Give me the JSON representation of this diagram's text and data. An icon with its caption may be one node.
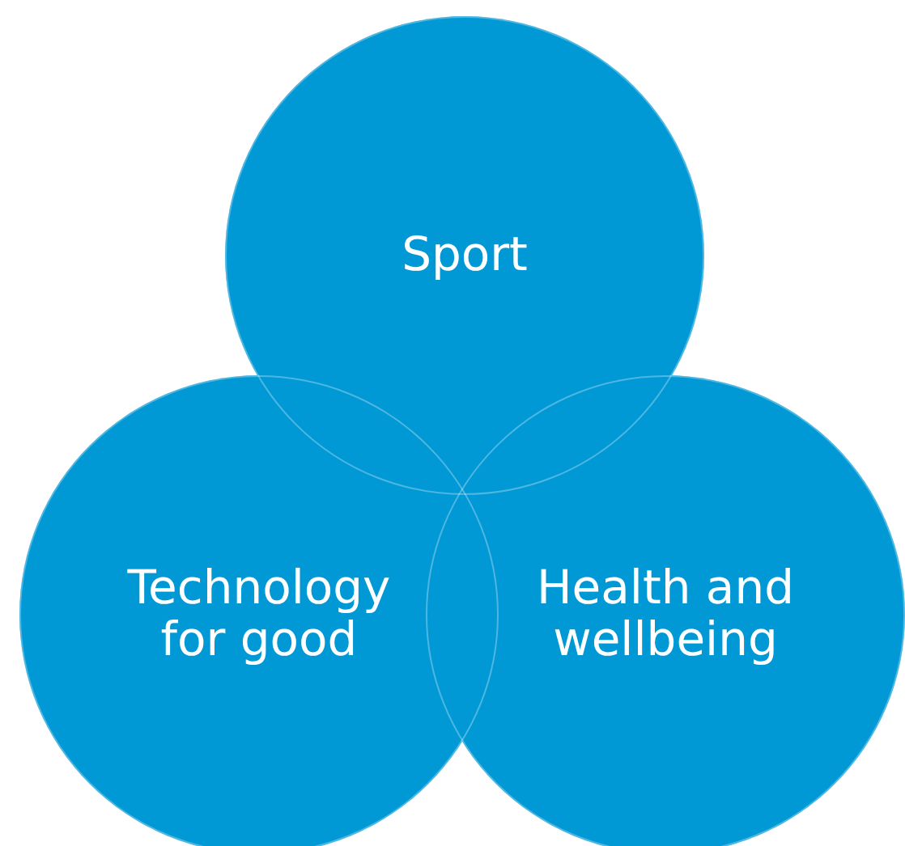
{
  "diagram": {
    "nodes": [
      {
        "text": [
          "Sport"
        ]
      },
      {
        "text": [
          "Technology for good"
        ]
      },
      {
        "text": [
          "Health and wellbeing"
        ]
      }
    ]
  }
}
